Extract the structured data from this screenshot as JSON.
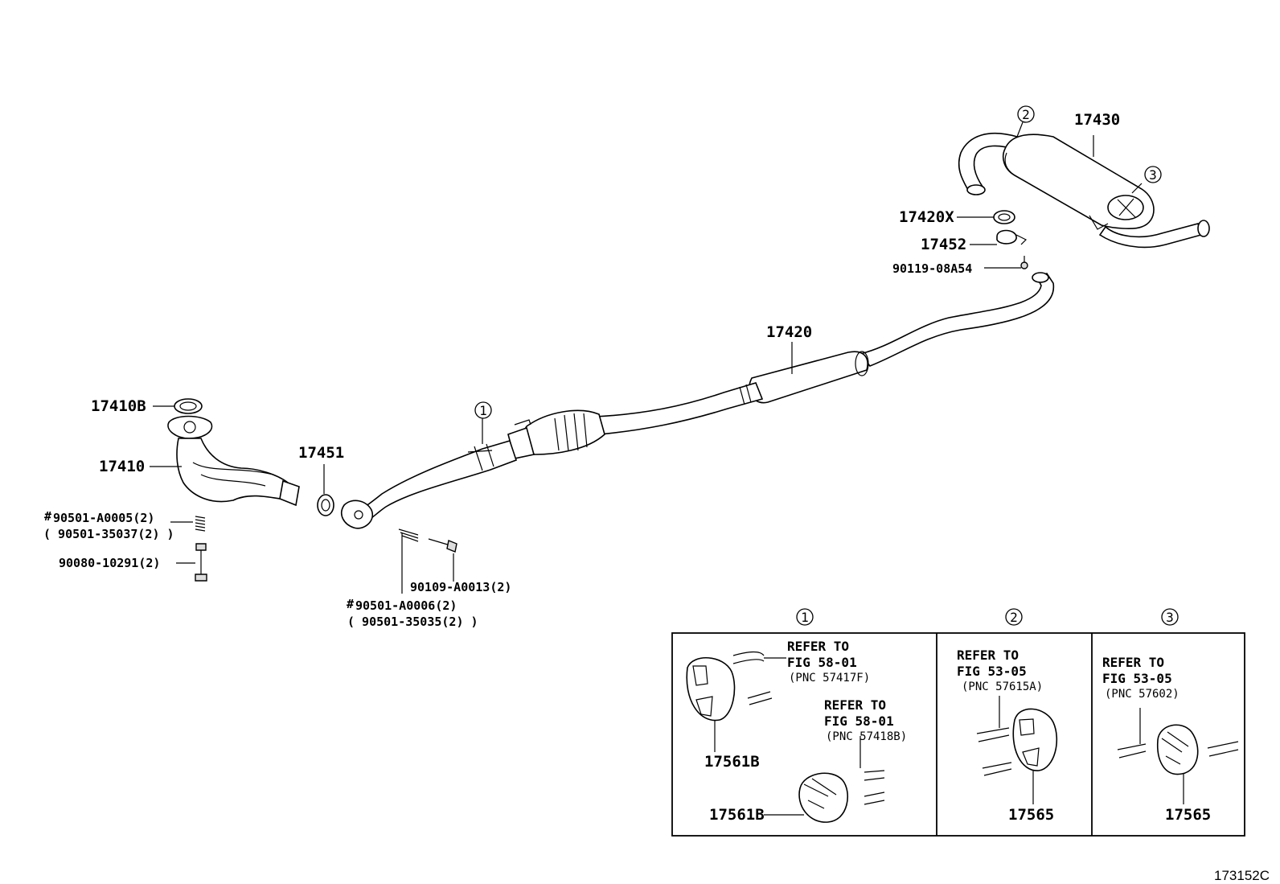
{
  "figure_id": "173152C",
  "parts": {
    "p17430": "17430",
    "p17420X": "17420X",
    "p17452": "17452",
    "p90119": "90119-08A54",
    "p17420": "17420",
    "p17410B": "17410B",
    "p17410": "17410",
    "p17451": "17451",
    "p90501_a0005": "90501-A0005(2)",
    "p90501_35037": "( 90501-35037(2) )",
    "p90080": "90080-10291(2)",
    "p90109": "90109-A0013(2)",
    "p90501_a0006": "90501-A0006(2)",
    "p90501_35035": "( 90501-35035(2) )"
  },
  "marks": {
    "hash": "#"
  },
  "callouts": {
    "c1": "1",
    "c2": "2",
    "c3": "3"
  },
  "detail_panels": {
    "panel1": {
      "number": "1",
      "refer_a": {
        "line1": "REFER TO",
        "line2": "FIG 58-01",
        "line3": "(PNC 57417F)"
      },
      "refer_b": {
        "line1": "REFER TO",
        "line2": "FIG 58-01",
        "line3": "(PNC 57418B)"
      },
      "part_a": "17561B",
      "part_b": "17561B"
    },
    "panel2": {
      "number": "2",
      "refer": {
        "line1": "REFER TO",
        "line2": "FIG 53-05",
        "line3": "(PNC 57615A)"
      },
      "part": "17565"
    },
    "panel3": {
      "number": "3",
      "refer": {
        "line1": "REFER TO",
        "line2": "FIG 53-05",
        "line3": "(PNC 57602)"
      },
      "part": "17565"
    }
  }
}
